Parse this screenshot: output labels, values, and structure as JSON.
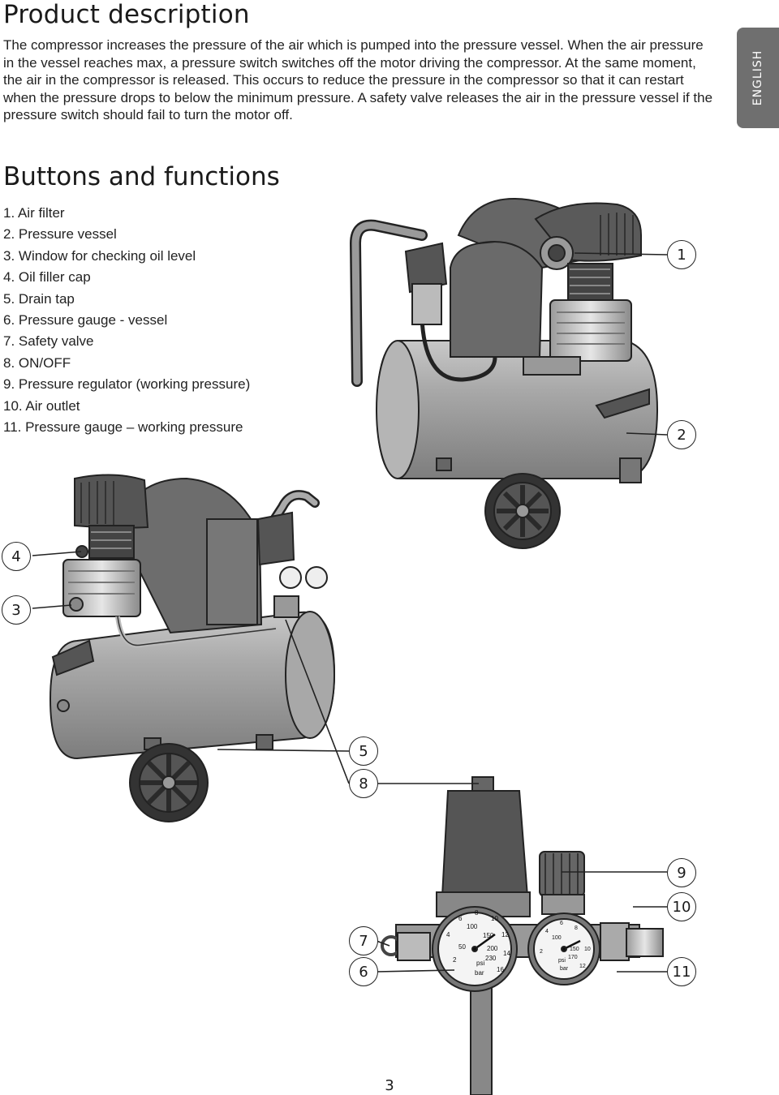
{
  "product_description": {
    "title": "Product description",
    "text": "The compressor increases the pressure of the air which is pumped into the pressure vessel. When the air pressure in the vessel reaches max, a pressure switch switches off the motor driving the compressor. At the same moment, the air in the compressor is released. This occurs to reduce the pressure in the compressor so that it can restart when the pressure drops to below the minimum pressure. A safety valve releases the air in the pressure vessel if the pressure switch should fail to turn the motor off."
  },
  "language_tab": "ENGLISH",
  "buttons_and_functions": {
    "title": "Buttons and functions",
    "items": [
      "1. Air filter",
      "2. Pressure vessel",
      "3. Window for checking oil level",
      "4. Oil filler cap",
      "5. Drain tap",
      "6. Pressure gauge - vessel",
      "7. Safety valve",
      "8. ON/OFF",
      "9. Pressure regulator (working pressure)",
      "10. Air outlet",
      "11. Pressure gauge – working pressure"
    ]
  },
  "callouts": [
    "1",
    "2",
    "3",
    "4",
    "5",
    "6",
    "7",
    "8",
    "9",
    "10",
    "11"
  ],
  "gauge_left": {
    "ticks": [
      "2",
      "4",
      "6",
      "8",
      "10",
      "12",
      "14",
      "16"
    ],
    "inner": [
      "50",
      "100",
      "150",
      "200",
      "230"
    ],
    "units": [
      "psi",
      "bar"
    ]
  },
  "gauge_right": {
    "ticks": [
      "2",
      "4",
      "6",
      "8",
      "10",
      "12"
    ],
    "inner": [
      "100",
      "150",
      "170"
    ],
    "units": [
      "psi",
      "bar"
    ]
  },
  "page_number": "3"
}
